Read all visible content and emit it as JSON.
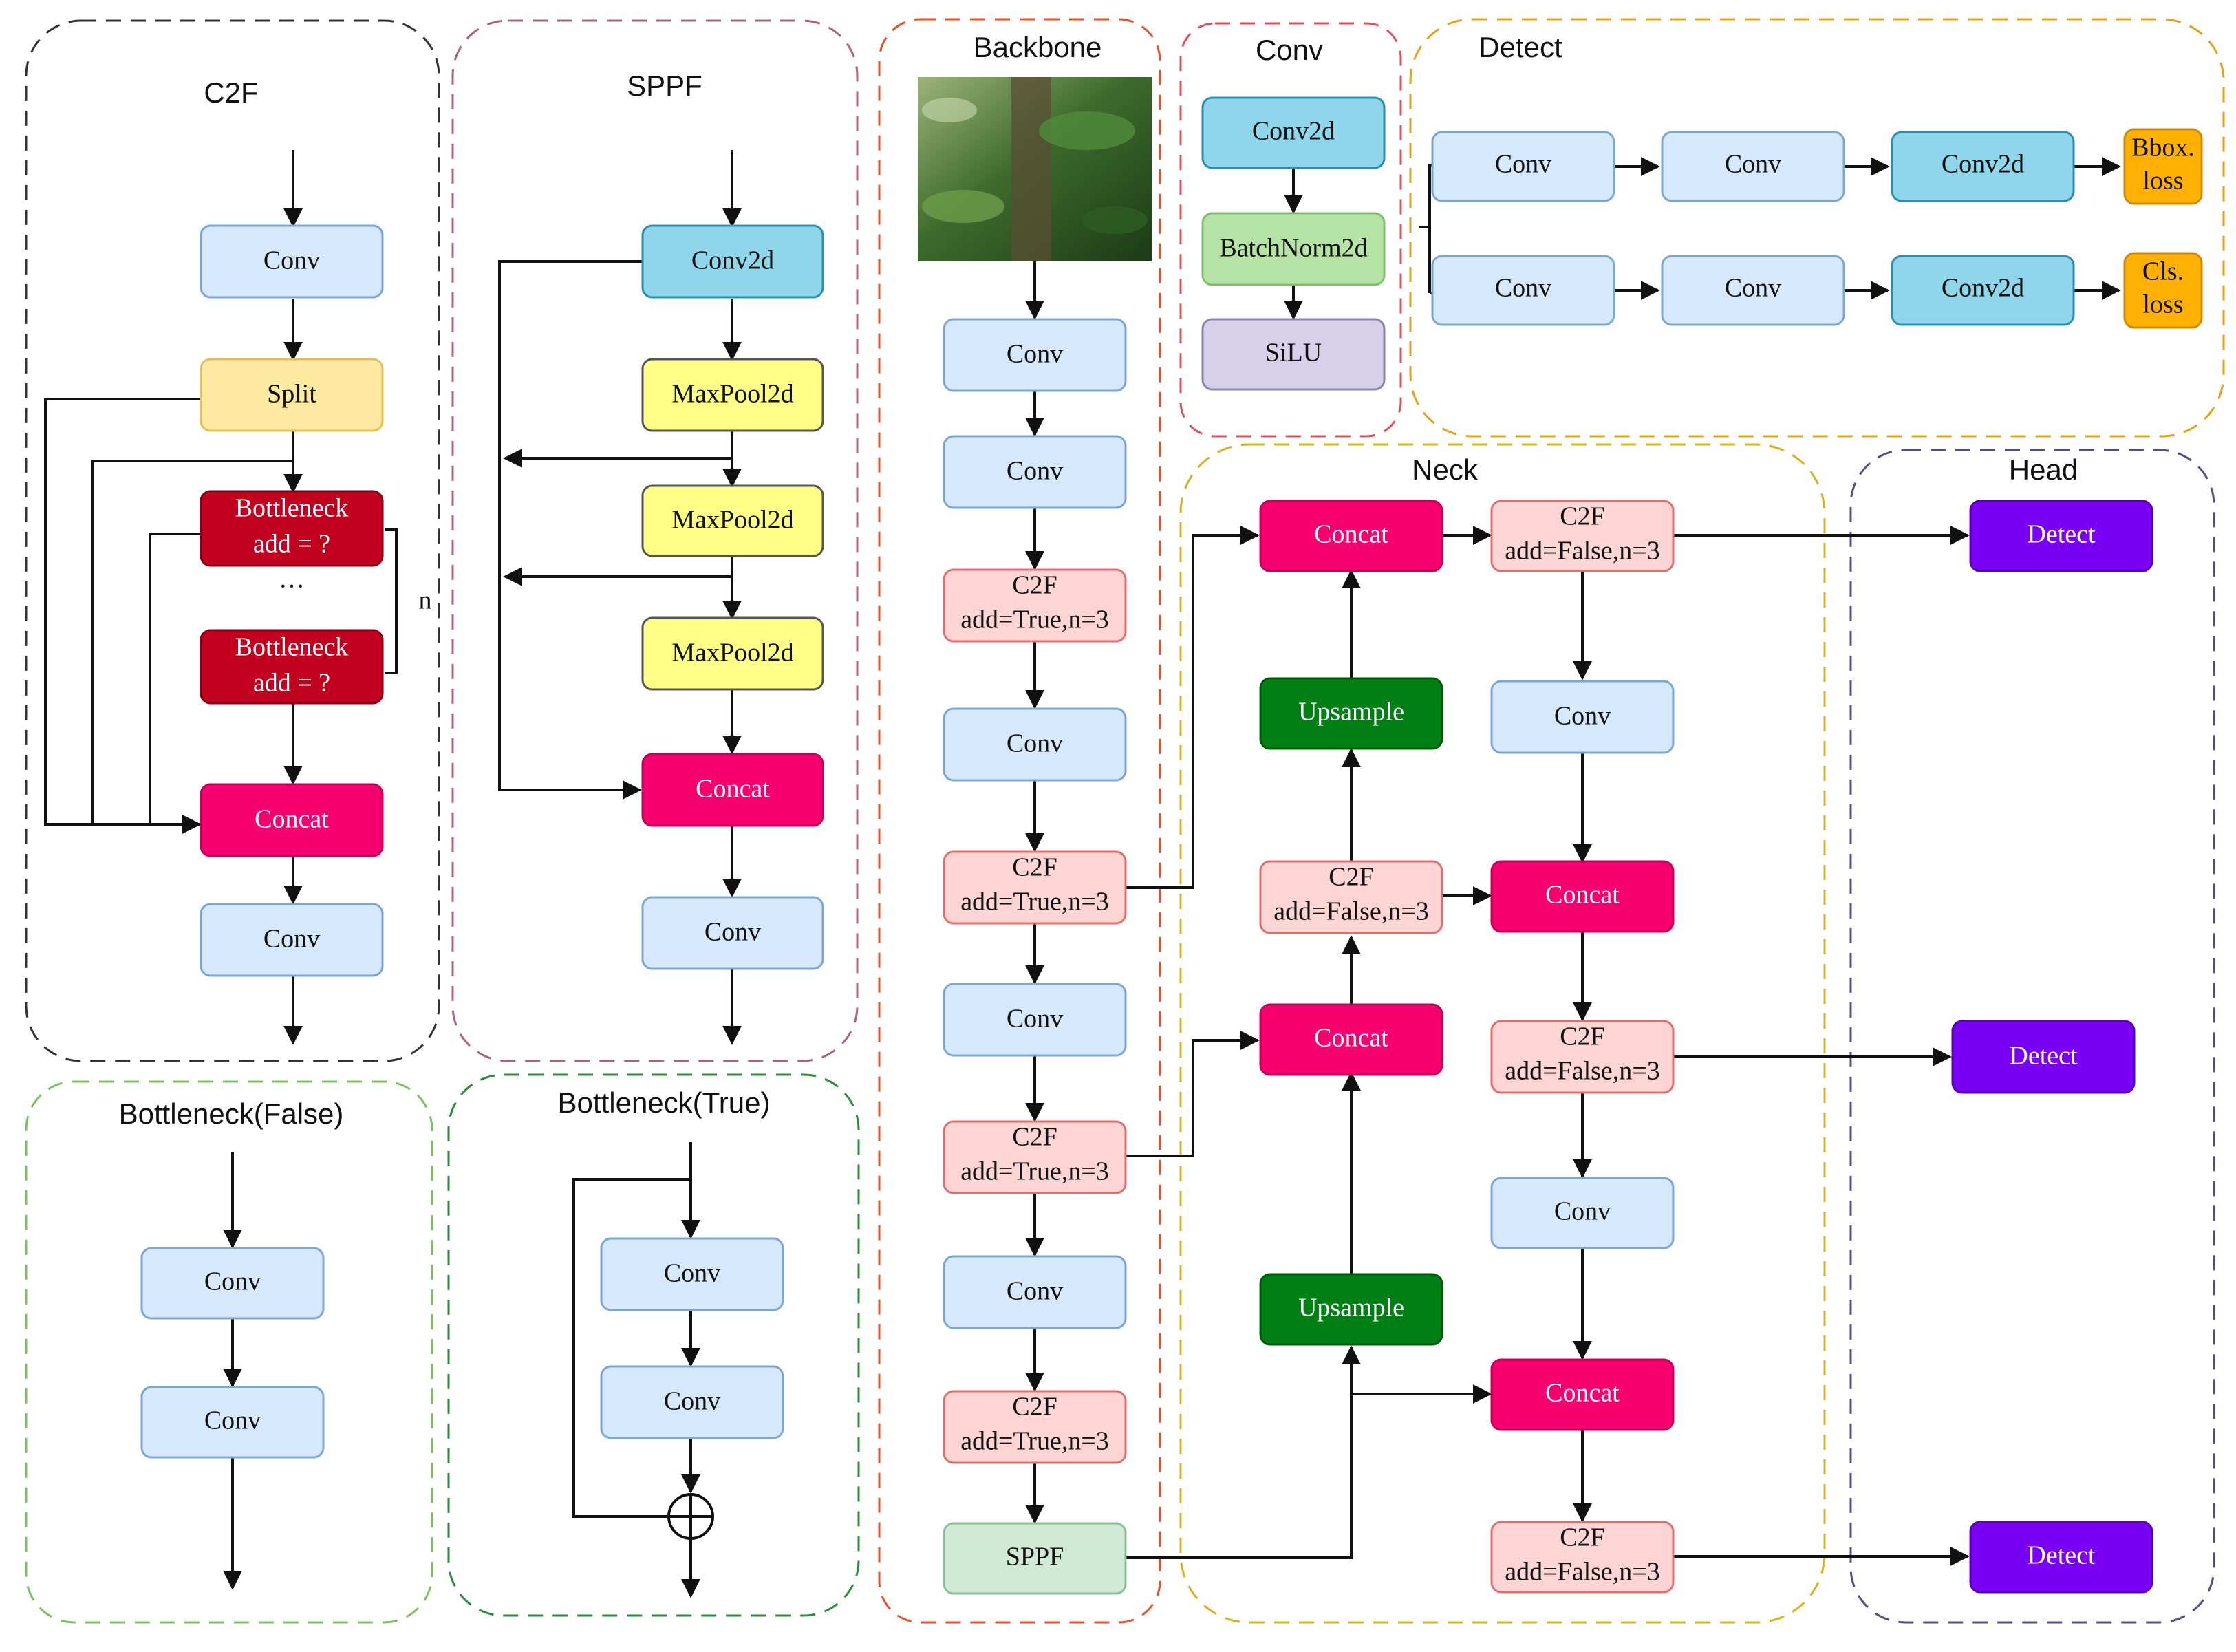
{
  "panels": {
    "c2f": {
      "title": "C2F"
    },
    "sppf": {
      "title": "SPPF"
    },
    "backbone": {
      "title": "Backbone"
    },
    "conv": {
      "title": "Conv"
    },
    "detect": {
      "title": "Detect"
    },
    "neck": {
      "title": "Neck"
    },
    "head": {
      "title": "Head"
    },
    "bottleneck_false": {
      "title": "Bottleneck(False)"
    },
    "bottleneck_true": {
      "title": "Bottleneck(True)"
    }
  },
  "c2f_block": {
    "conv_top": "Conv",
    "split": "Split",
    "bottleneck1_l1": "Bottleneck",
    "bottleneck1_l2": "add = ?",
    "dots": "···",
    "bottleneck2_l1": "Bottleneck",
    "bottleneck2_l2": "add = ?",
    "n_label": "n",
    "concat": "Concat",
    "conv_bottom": "Conv"
  },
  "sppf_block": {
    "conv2d": "Conv2d",
    "maxpool1": "MaxPool2d",
    "maxpool2": "MaxPool2d",
    "maxpool3": "MaxPool2d",
    "concat": "Concat",
    "conv": "Conv"
  },
  "backbone_block": {
    "image_alt": "tree with leaves",
    "conv1": "Conv",
    "conv2": "Conv",
    "c2f1_l1": "C2F",
    "c2f1_l2": "add=True,n=3",
    "conv3": "Conv",
    "c2f2_l1": "C2F",
    "c2f2_l2": "add=True,n=3",
    "conv4": "Conv",
    "c2f3_l1": "C2F",
    "c2f3_l2": "add=True,n=3",
    "conv5": "Conv",
    "c2f4_l1": "C2F",
    "c2f4_l2": "add=True,n=3",
    "sppf": "SPPF"
  },
  "conv_block": {
    "conv2d": "Conv2d",
    "batchnorm": "BatchNorm2d",
    "silu": "SiLU"
  },
  "detect_block": {
    "row1_conv1": "Conv",
    "row1_conv2": "Conv",
    "row1_conv2d": "Conv2d",
    "bbox_l1": "Bbox.",
    "bbox_l2": "loss",
    "row2_conv1": "Conv",
    "row2_conv2": "Conv",
    "row2_conv2d": "Conv2d",
    "cls_l1": "Cls.",
    "cls_l2": "loss"
  },
  "neck_block": {
    "concat_top": "Concat",
    "upsample1": "Upsample",
    "c2f_left_l1": "C2F",
    "c2f_left_l2": "add=False,n=3",
    "concat_mid": "Concat",
    "upsample2": "Upsample",
    "c2f_r1_l1": "C2F",
    "c2f_r1_l2": "add=False,n=3",
    "conv_r1": "Conv",
    "concat_r1": "Concat",
    "c2f_r2_l1": "C2F",
    "c2f_r2_l2": "add=False,n=3",
    "conv_r2": "Conv",
    "concat_r2": "Concat",
    "c2f_r3_l1": "C2F",
    "c2f_r3_l2": "add=False,n=3"
  },
  "head_block": {
    "detect1": "Detect",
    "detect2": "Detect",
    "detect3": "Detect"
  },
  "bottleneck_false_block": {
    "conv1": "Conv",
    "conv2": "Conv"
  },
  "bottleneck_true_block": {
    "conv1": "Conv",
    "conv2": "Conv"
  },
  "colors": {
    "conv_fill": "#d6e8fb",
    "conv_stroke": "#7ea6d4",
    "conv2d_fill": "#8fd6ea",
    "conv2d_stroke": "#2a8fb3",
    "split_fill": "#fde9a0",
    "split_stroke": "#e0c060",
    "bottleneck_fill": "#c0001e",
    "concat_fill": "#f5006e",
    "c2f_fill": "#fcd5d4",
    "c2f_stroke": "#e07070",
    "maxpool_fill": "#ffff88",
    "maxpool_stroke": "#555555",
    "batchnorm_fill": "#b5e3a6",
    "batchnorm_stroke": "#7fbf6a",
    "silu_fill": "#d6d0e8",
    "silu_stroke": "#8d83aa",
    "sppf_fill": "#d0ead6",
    "sppf_stroke": "#88c09a",
    "loss_fill": "#ffb000",
    "upsample_fill": "#007f14",
    "detect_fill": "#7a00f5"
  }
}
